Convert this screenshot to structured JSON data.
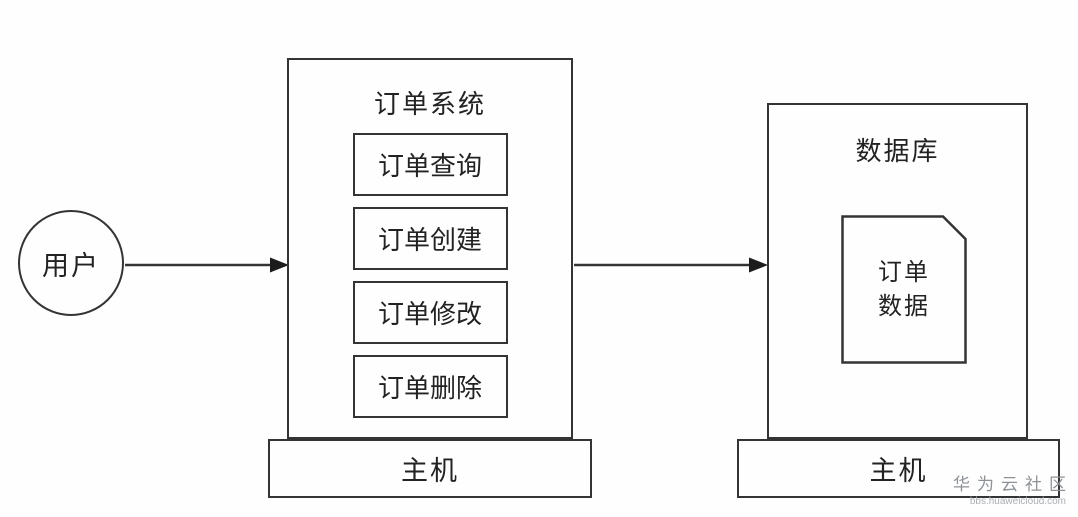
{
  "diagram": {
    "user": {
      "label": "用户"
    },
    "order_system": {
      "title": "订单系统",
      "modules": [
        "订单查询",
        "订单创建",
        "订单修改",
        "订单删除"
      ],
      "host_label": "主机"
    },
    "database": {
      "title": "数据库",
      "document_label": "订单\n数据",
      "host_label": "主机"
    },
    "connections": [
      {
        "from": "用户",
        "to": "订单系统"
      },
      {
        "from": "订单系统",
        "to": "数据库"
      }
    ],
    "colors": {
      "stroke": "#343434",
      "text": "#222222",
      "background": "#fefefe",
      "watermark": "#8e9296"
    }
  },
  "watermark": {
    "line1": "华为云社区",
    "line2": "bbs.huaweicloud.com"
  }
}
